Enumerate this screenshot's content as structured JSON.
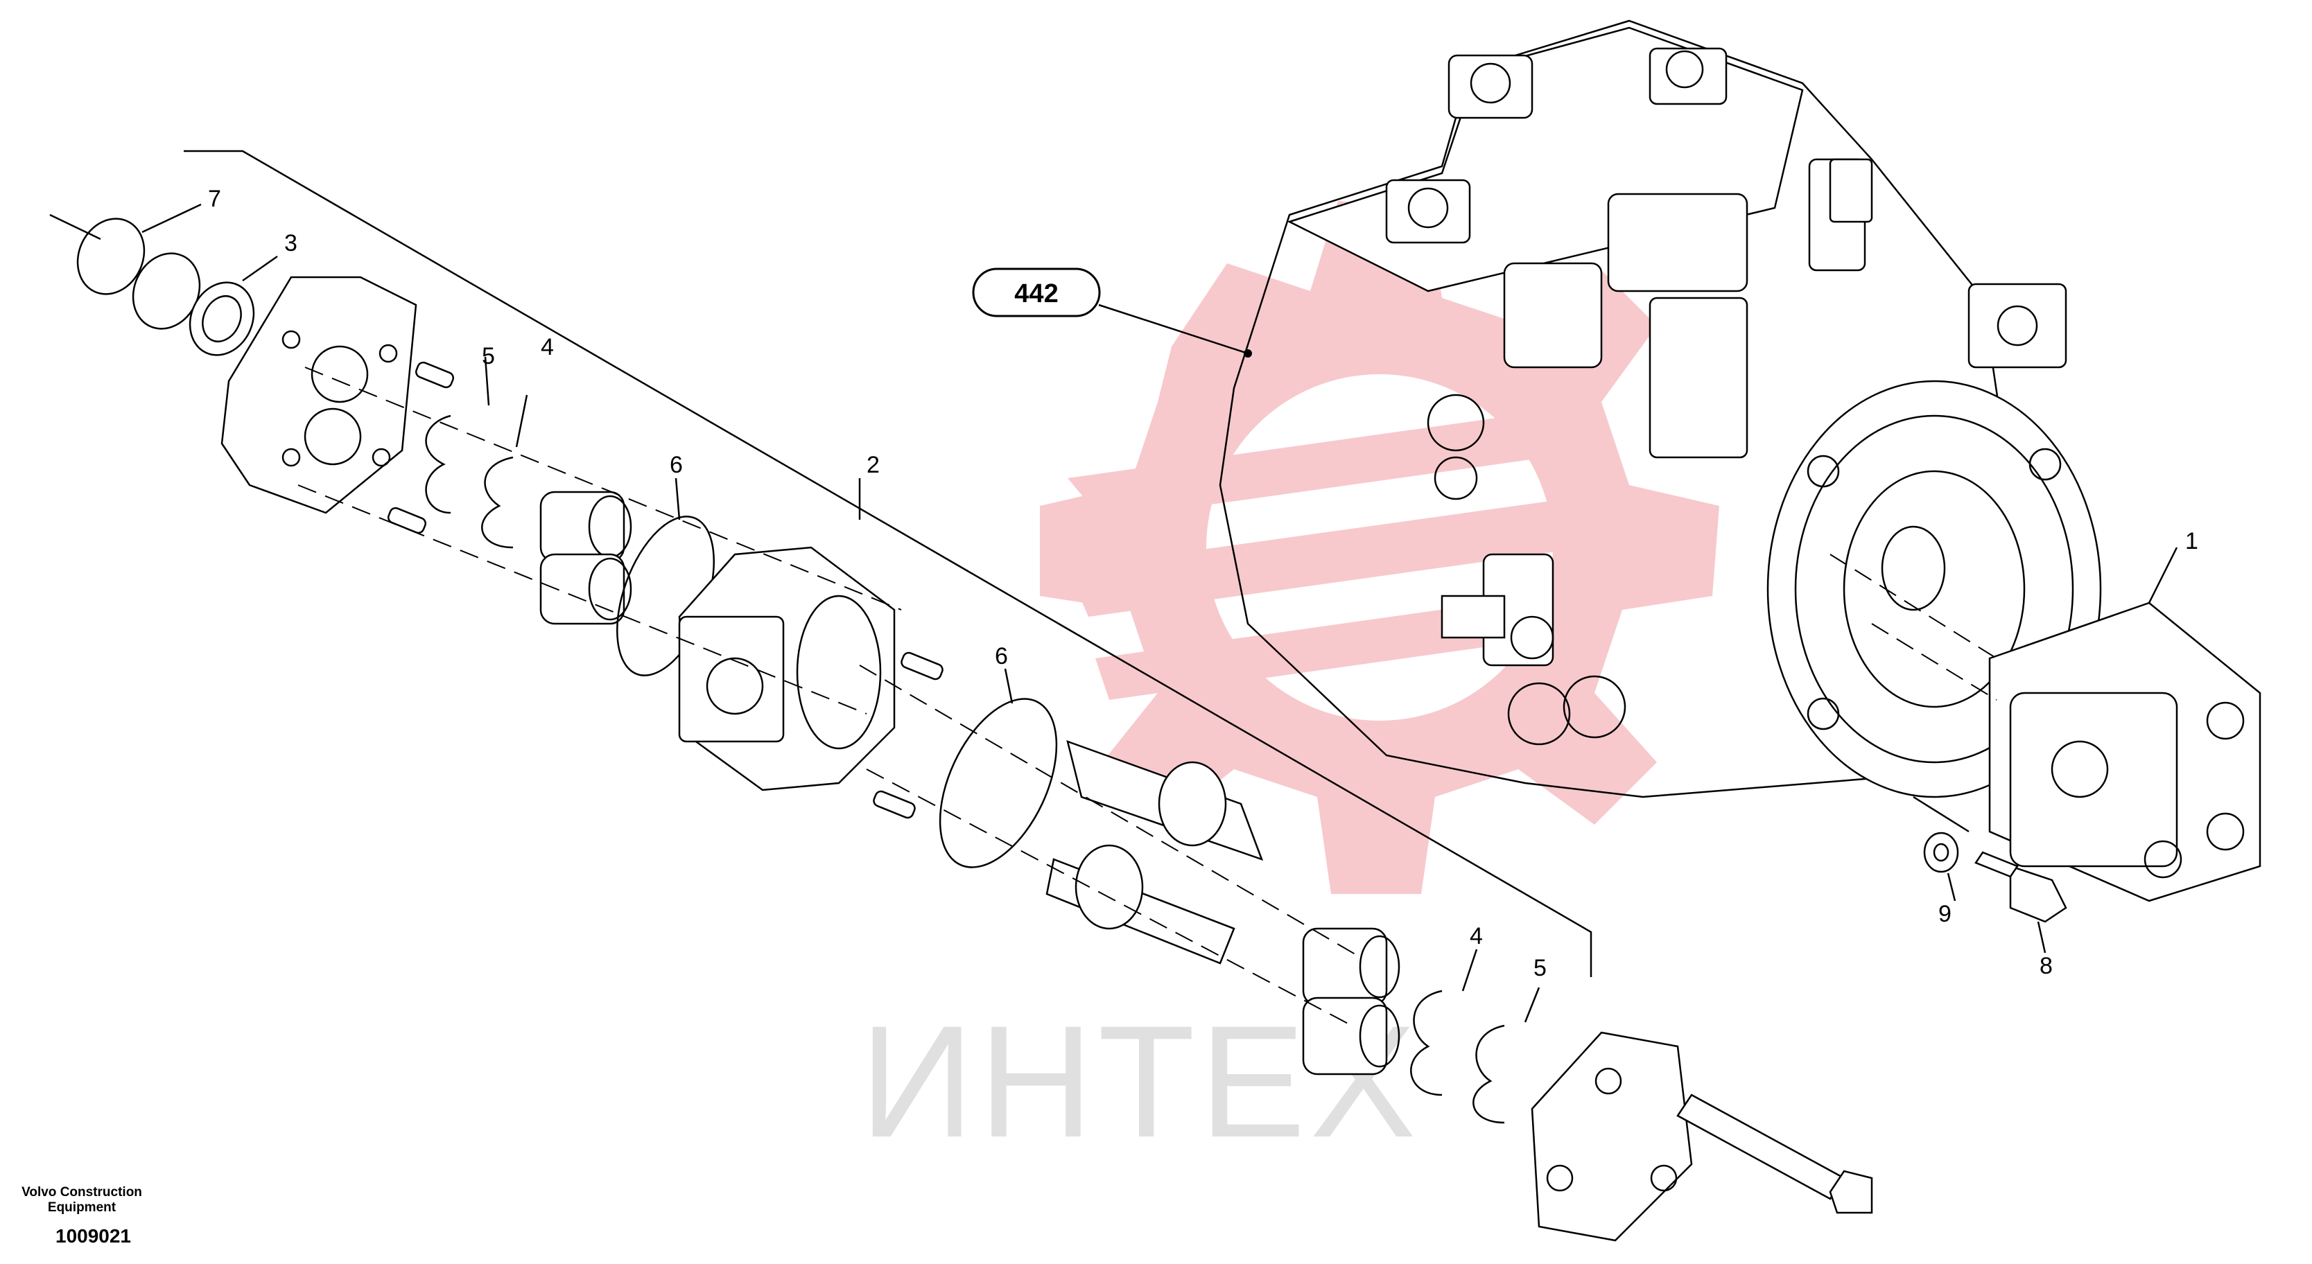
{
  "watermark": {
    "text": "ИНТЕХ",
    "gear_color": "#f7c9cc",
    "text_color": "#e0e0e0"
  },
  "assembly_reference": {
    "label": "442"
  },
  "callouts": [
    "1",
    "2",
    "3",
    "4",
    "4",
    "5",
    "5",
    "6",
    "6",
    "7",
    "8",
    "9"
  ],
  "brand": {
    "line1": "Volvo Construction",
    "line2": "Equipment"
  },
  "drawing_number": "1009021"
}
